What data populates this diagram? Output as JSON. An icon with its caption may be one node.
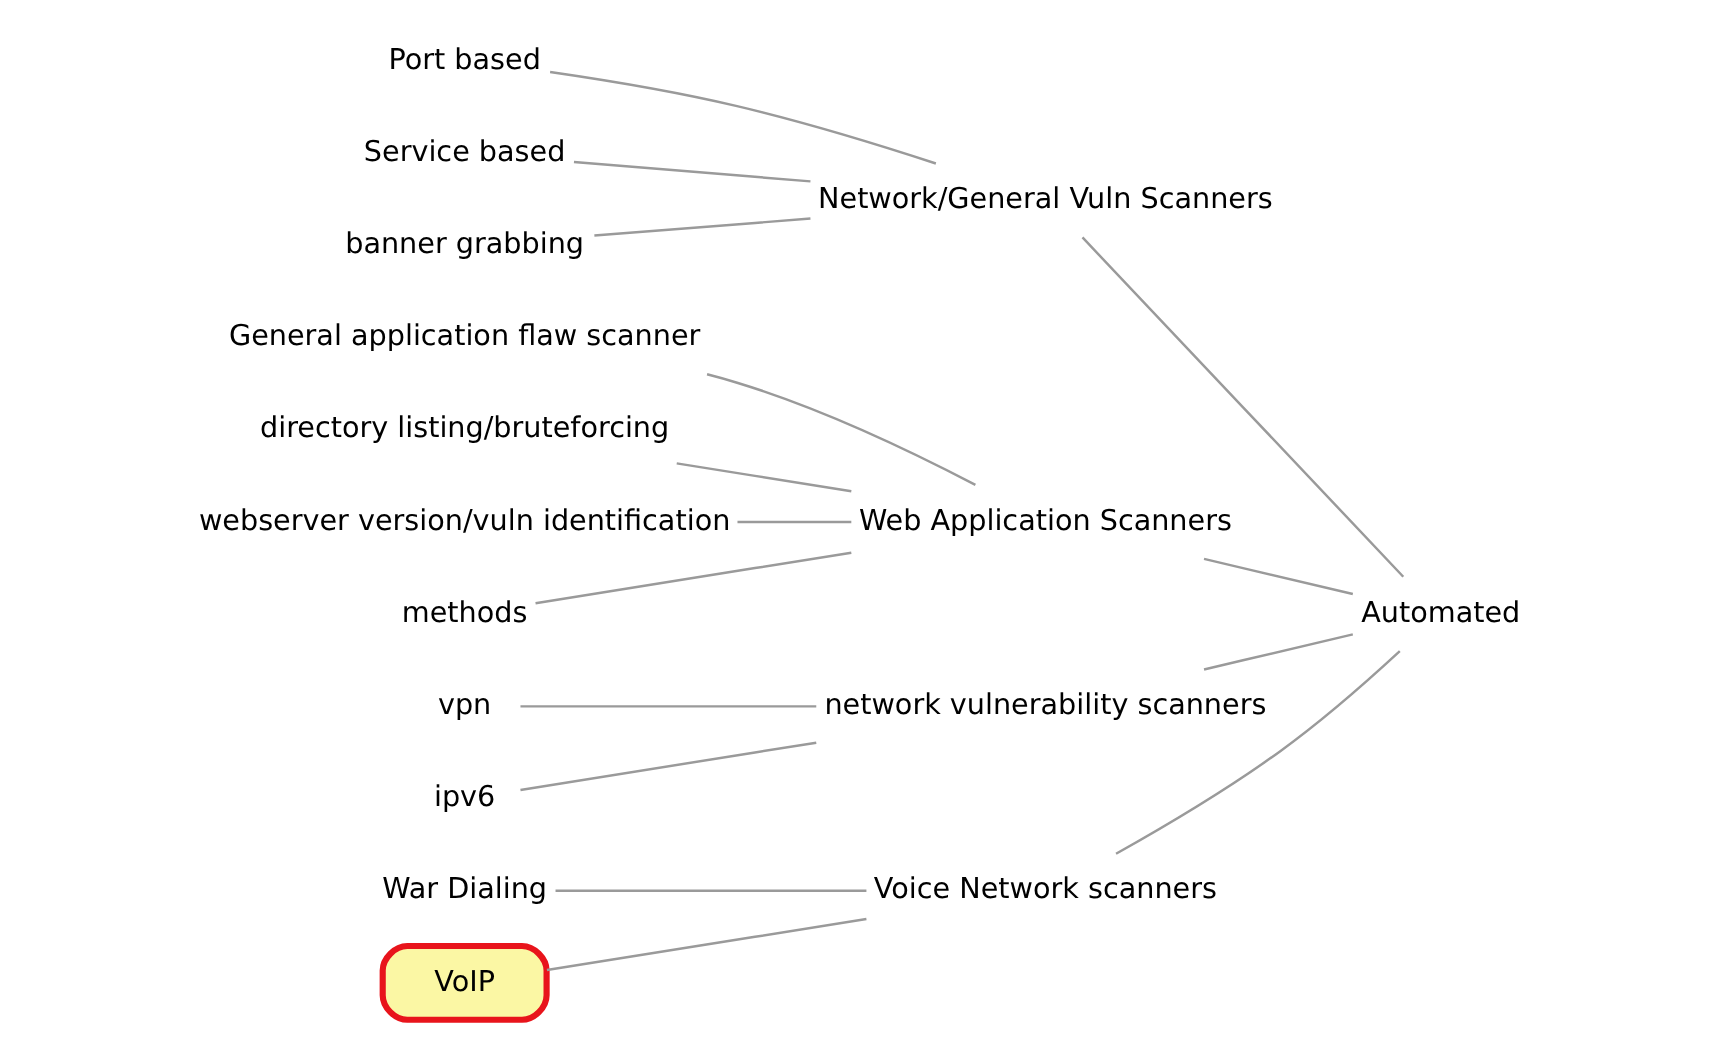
{
  "diagram": {
    "nodes": [
      {
        "text": [
          "Port based"
        ]
      },
      {
        "text": [
          "Service based"
        ]
      },
      {
        "text": [
          "banner grabbing"
        ]
      },
      {
        "text": [
          "Network/General Vuln Scanners"
        ]
      },
      {
        "text": [
          "General application flaw scanner"
        ]
      },
      {
        "text": [
          "directory listing/bruteforcing"
        ]
      },
      {
        "text": [
          "webserver version/vuln identification"
        ]
      },
      {
        "text": [
          "methods"
        ]
      },
      {
        "text": [
          "Web Application Scanners"
        ]
      },
      {
        "text": [
          "Automated"
        ]
      },
      {
        "text": [
          "vpn"
        ]
      },
      {
        "text": [
          "ipv6"
        ]
      },
      {
        "text": [
          "network vulnerability scanners"
        ]
      },
      {
        "text": [
          "War Dialing"
        ]
      },
      {
        "text": [
          "VoIP"
        ]
      },
      {
        "text": [
          "Voice Network scanners"
        ]
      }
    ],
    "edges": [
      {
        "from": 9,
        "to": 3,
        "arrow": "none"
      },
      {
        "from": 9,
        "to": 8,
        "arrow": "none"
      },
      {
        "from": 9,
        "to": 12,
        "arrow": "none"
      },
      {
        "from": 9,
        "to": 15,
        "arrow": "none"
      },
      {
        "from": 3,
        "to": 0,
        "arrow": "none"
      },
      {
        "from": 3,
        "to": 1,
        "arrow": "none"
      },
      {
        "from": 3,
        "to": 2,
        "arrow": "none"
      },
      {
        "from": 8,
        "to": 4,
        "arrow": "none"
      },
      {
        "from": 8,
        "to": 5,
        "arrow": "none"
      },
      {
        "from": 8,
        "to": 6,
        "arrow": "none"
      },
      {
        "from": 8,
        "to": 7,
        "arrow": "none"
      },
      {
        "from": 12,
        "to": 10,
        "arrow": "none"
      },
      {
        "from": 12,
        "to": 11,
        "arrow": "none"
      },
      {
        "from": 15,
        "to": 13,
        "arrow": "none"
      },
      {
        "from": 15,
        "to": 14,
        "arrow": "none"
      }
    ]
  }
}
